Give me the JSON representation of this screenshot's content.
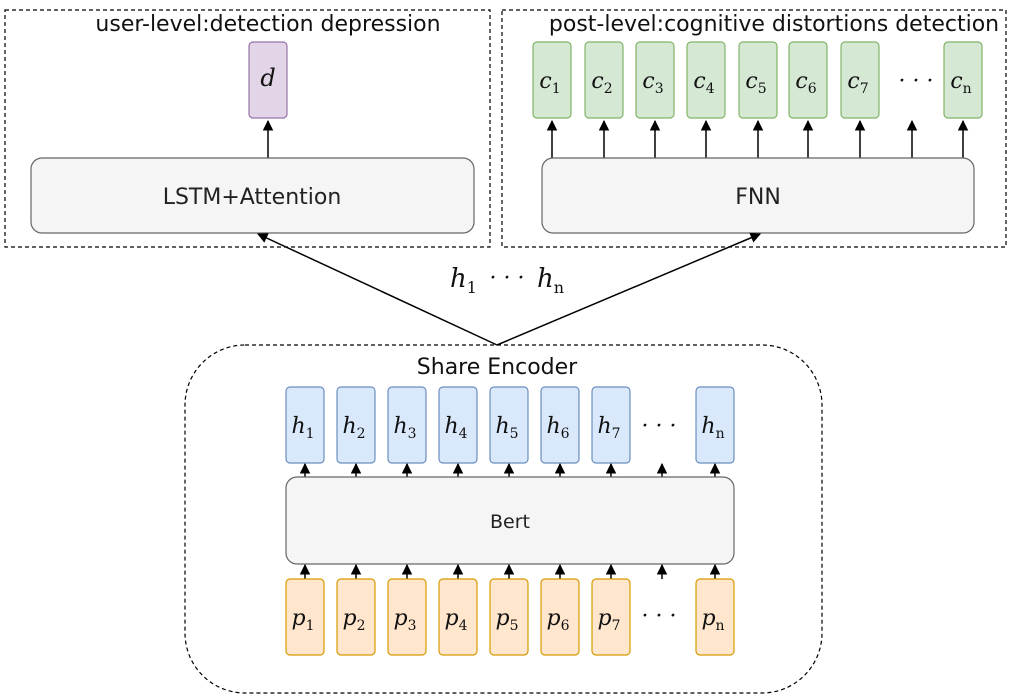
{
  "user_level": {
    "title": "user-level:detection depression",
    "output": {
      "base": "d"
    },
    "block_label": "LSTM+Attention"
  },
  "post_level": {
    "title": "post-level:cognitive distortions detection",
    "outputs": [
      {
        "base": "c",
        "sub": "1"
      },
      {
        "base": "c",
        "sub": "2"
      },
      {
        "base": "c",
        "sub": "3"
      },
      {
        "base": "c",
        "sub": "4"
      },
      {
        "base": "c",
        "sub": "5"
      },
      {
        "base": "c",
        "sub": "6"
      },
      {
        "base": "c",
        "sub": "7"
      },
      {
        "base": "c",
        "sub": "n"
      }
    ],
    "ellipsis": "· · ·",
    "block_label": "FNN"
  },
  "middle": {
    "h_start": {
      "base": "h",
      "sub": "1"
    },
    "dots": "· · ·",
    "h_end": {
      "base": "h",
      "sub": "n"
    }
  },
  "encoder": {
    "title": "Share Encoder",
    "block_label": "Bert",
    "hidden": [
      {
        "base": "h",
        "sub": "1"
      },
      {
        "base": "h",
        "sub": "2"
      },
      {
        "base": "h",
        "sub": "3"
      },
      {
        "base": "h",
        "sub": "4"
      },
      {
        "base": "h",
        "sub": "5"
      },
      {
        "base": "h",
        "sub": "6"
      },
      {
        "base": "h",
        "sub": "7"
      },
      {
        "base": "h",
        "sub": "n"
      }
    ],
    "inputs": [
      {
        "base": "p",
        "sub": "1"
      },
      {
        "base": "p",
        "sub": "2"
      },
      {
        "base": "p",
        "sub": "3"
      },
      {
        "base": "p",
        "sub": "4"
      },
      {
        "base": "p",
        "sub": "5"
      },
      {
        "base": "p",
        "sub": "6"
      },
      {
        "base": "p",
        "sub": "7"
      },
      {
        "base": "p",
        "sub": "n"
      }
    ],
    "ellipsis": "· · ·"
  },
  "colors": {
    "purple_fill": "#e1d5e7",
    "purple_stroke": "#9673a6",
    "green_fill": "#d5e8d4",
    "green_stroke": "#82b366",
    "blue_fill": "#dae8fc",
    "blue_stroke": "#6c8ebf",
    "orange_fill": "#ffe6cc",
    "orange_stroke": "#d79b00",
    "block_fill": "#f5f5f5",
    "block_stroke": "#666666"
  }
}
